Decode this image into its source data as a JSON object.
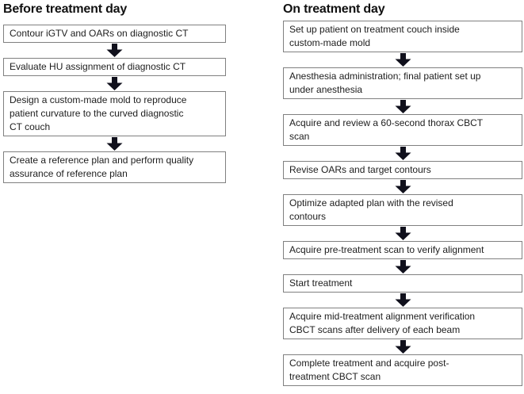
{
  "diagram": {
    "type": "flowchart",
    "arrow_icon": "down-arrow-icon",
    "colors": {
      "background": "#ffffff",
      "box_border": "#808080",
      "box_fill": "#ffffff",
      "text": "#1d1d1d",
      "title": "#111111",
      "arrow": "#10101c"
    },
    "columns": [
      {
        "title": "Before treatment day",
        "steps": [
          "Contour iGTV and OARs on diagnostic CT",
          "Evaluate HU assignment of diagnostic CT",
          "Design a custom-made mold to reproduce\npatient curvature to the curved diagnostic\nCT couch",
          "Create a reference plan and perform quality\nassurance of reference plan"
        ]
      },
      {
        "title": "On treatment day",
        "steps": [
          "Set up patient on treatment couch inside\ncustom-made mold",
          "Anesthesia administration; final patient set up\nunder anesthesia",
          "Acquire and review a 60-second thorax CBCT\nscan",
          "Revise OARs and target contours",
          "Optimize adapted plan with the revised\ncontours",
          "Acquire pre-treatment scan to verify alignment",
          "Start treatment",
          "Acquire mid-treatment alignment verification\nCBCT scans after delivery of each beam",
          "Complete treatment and acquire post-\ntreatment CBCT scan"
        ]
      }
    ]
  }
}
